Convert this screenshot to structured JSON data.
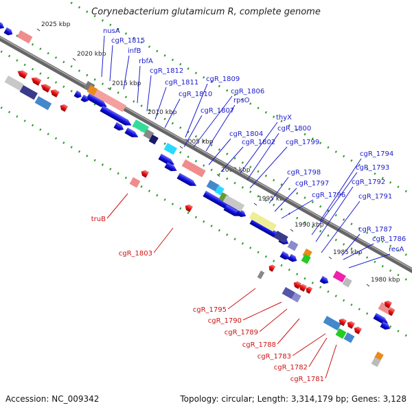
{
  "title": "Corynebacterium glutamicum R, complete genome",
  "footer": {
    "accession": "Accession: NC_009342",
    "summary": "Topology: circular; Length: 3,314,179 bp; Genes: 3,128"
  },
  "ticks": [
    "2025 kbp",
    "2020 kbp",
    "2015 kbp",
    "2010 kbp",
    "2005 kbp",
    "2000 kbp",
    "1995 kbp",
    "1990 kbp",
    "1985 kbp",
    "1980 kbp"
  ],
  "forward_genes": [
    "nusA",
    "cgR_1815",
    "infB",
    "rbfA",
    "cgR_1812",
    "cgR_1811",
    "cgR_1810",
    "cgR_1809",
    "cgR_1806",
    "rpsO",
    "cgR_1807",
    "thyX",
    "cgR_1804",
    "cgR_1800",
    "cgR_1802",
    "cgR_1799",
    "cgR_1798",
    "cgR_1797",
    "cgR_1796",
    "cgR_1794",
    "cgR_1793",
    "cgR_1792",
    "cgR_1791",
    "cgR_1787",
    "cgR_1786",
    "recA"
  ],
  "reverse_genes": [
    "truB",
    "cgR_1803",
    "cgR_1795",
    "cgR_1790",
    "cgR_1789",
    "cgR_1788",
    "cgR_1783",
    "cgR_1782",
    "cgR_1781"
  ],
  "colors": {
    "forward": "#1010e0",
    "reverse": "#ee1111",
    "forward_label": "#1a1acc",
    "reverse_label": "#cc1111",
    "backbone": "#666666",
    "tick_dot": "#2a9a2a"
  }
}
